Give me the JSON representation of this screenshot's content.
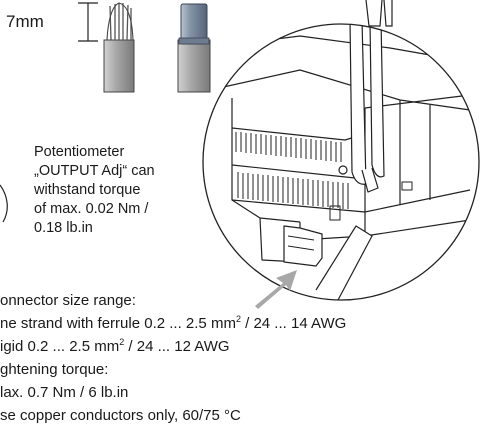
{
  "strip_length": "7mm",
  "potentiometer_note": [
    "Potentiometer",
    "„OUTPUT Adj“ can",
    "withstand torque",
    "of max. 0.02 Nm /",
    "0.18 lb.in"
  ],
  "specs": {
    "connector_size": "onnector size range:",
    "fine_strand": {
      "a": "ne strand with ferrule 0.2 ... 2.5 mm",
      "sup": "2",
      "b": " / 24 ... 14 AWG"
    },
    "rigid": {
      "a": "igid 0.2 ... 2.5 mm",
      "sup": "2",
      "b": " / 24 ... 12 AWG"
    },
    "torque_title": "ghtening torque:",
    "torque_value": "lax. 0.7 Nm / 6 lb.in",
    "copper": "se copper conductors only, 60/75 °C"
  }
}
